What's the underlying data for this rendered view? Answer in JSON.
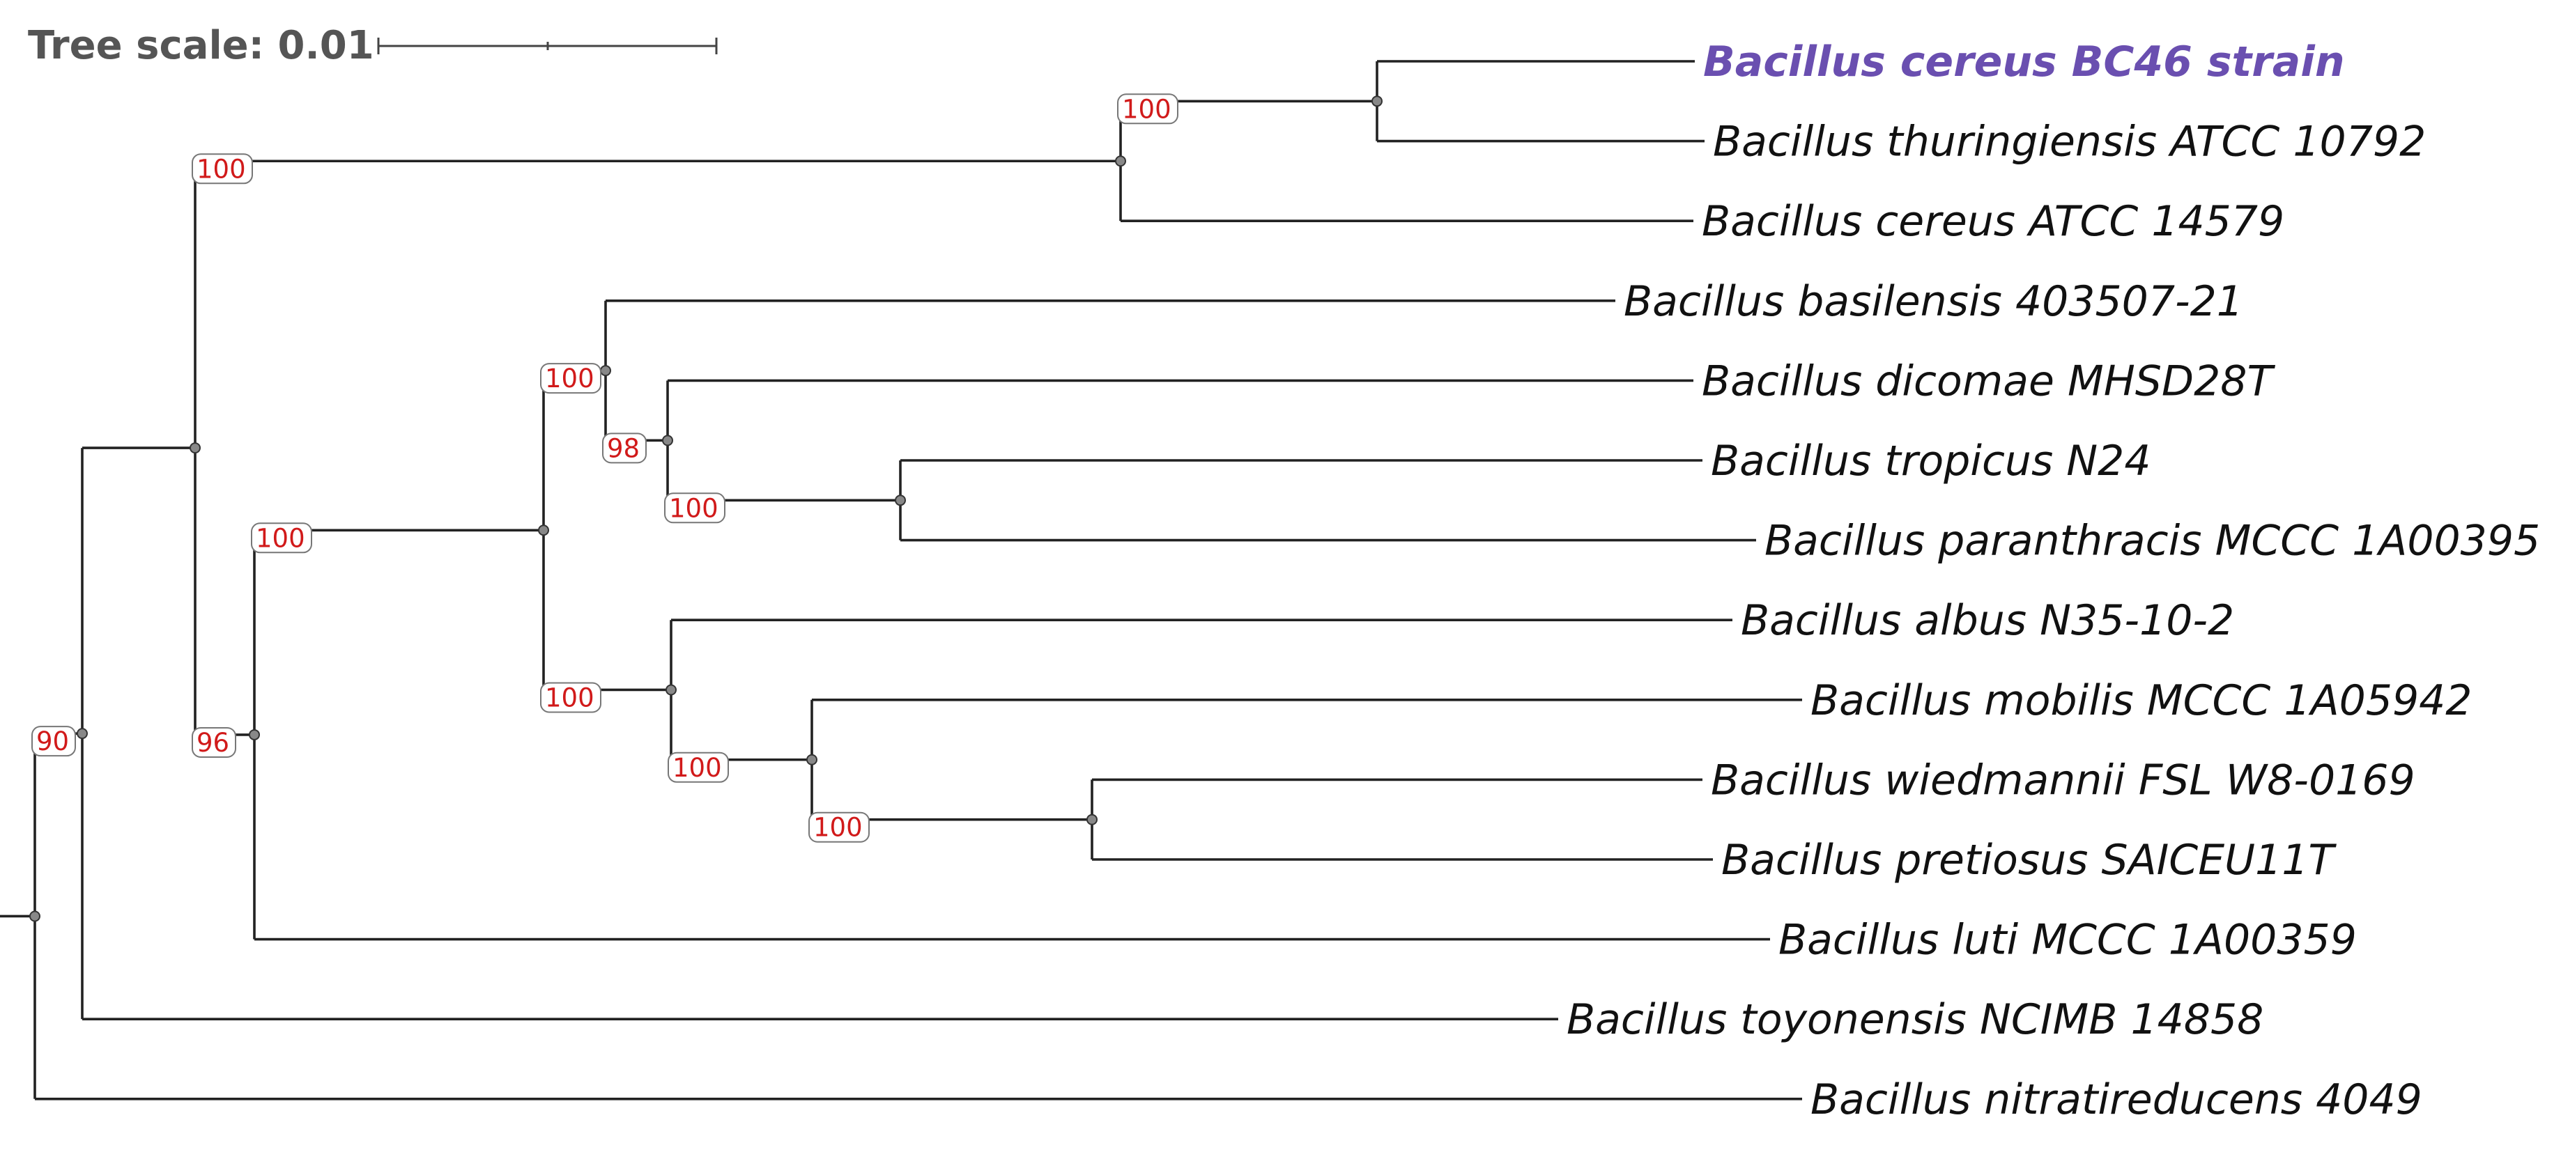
{
  "tree_scale": {
    "label": "Tree scale: 0.01"
  },
  "colors": {
    "branch": "#222222",
    "highlight": "#6a4fb0",
    "bootstrap": "#d11a1a"
  },
  "leaves": [
    {
      "id": "bc46",
      "name": "Bacillus cereus BC46 strain",
      "highlight": true
    },
    {
      "id": "thur",
      "name": "Bacillus thuringiensis ATCC 10792"
    },
    {
      "id": "cer",
      "name": "Bacillus cereus ATCC 14579"
    },
    {
      "id": "basi",
      "name": "Bacillus basilensis 403507-21"
    },
    {
      "id": "dico",
      "name": "Bacillus dicomae MHSD28T"
    },
    {
      "id": "trop",
      "name": "Bacillus tropicus N24"
    },
    {
      "id": "para",
      "name": "Bacillus paranthracis MCCC 1A00395"
    },
    {
      "id": "albu",
      "name": "Bacillus albus N35-10-2"
    },
    {
      "id": "mobi",
      "name": "Bacillus mobilis MCCC 1A05942"
    },
    {
      "id": "wied",
      "name": "Bacillus wiedmannii FSL W8-0169"
    },
    {
      "id": "pret",
      "name": "Bacillus pretiosus SAICEU11T"
    },
    {
      "id": "luti",
      "name": "Bacillus luti MCCC 1A00359"
    },
    {
      "id": "toyo",
      "name": "Bacillus toyonensis NCIMB 14858"
    },
    {
      "id": "nitr",
      "name": "Bacillus nitratireducens 4049"
    }
  ],
  "nodes": [
    {
      "id": "root",
      "children": [
        "n1",
        "nitr"
      ]
    },
    {
      "id": "n1",
      "bootstrap": "90",
      "children": [
        "n2",
        "toyo"
      ]
    },
    {
      "id": "n2",
      "children": [
        "n3",
        "n4"
      ]
    },
    {
      "id": "n3",
      "bootstrap": "100",
      "children": [
        "n5",
        "cer"
      ]
    },
    {
      "id": "n5",
      "bootstrap": "100",
      "children": [
        "bc46",
        "thur"
      ]
    },
    {
      "id": "n4",
      "bootstrap": "96",
      "children": [
        "n6",
        "luti"
      ]
    },
    {
      "id": "n6",
      "bootstrap": "100",
      "children": [
        "n7",
        "n8"
      ]
    },
    {
      "id": "n7",
      "bootstrap": "100",
      "children": [
        "basi",
        "n9"
      ]
    },
    {
      "id": "n9",
      "bootstrap": "98",
      "children": [
        "dico",
        "n10"
      ]
    },
    {
      "id": "n10",
      "bootstrap": "100",
      "children": [
        "trop",
        "para"
      ]
    },
    {
      "id": "n8",
      "bootstrap": "100",
      "children": [
        "albu",
        "n11"
      ]
    },
    {
      "id": "n11",
      "bootstrap": "100",
      "children": [
        "mobi",
        "n12"
      ]
    },
    {
      "id": "n12",
      "bootstrap": "100",
      "children": [
        "wied",
        "pret"
      ]
    }
  ]
}
